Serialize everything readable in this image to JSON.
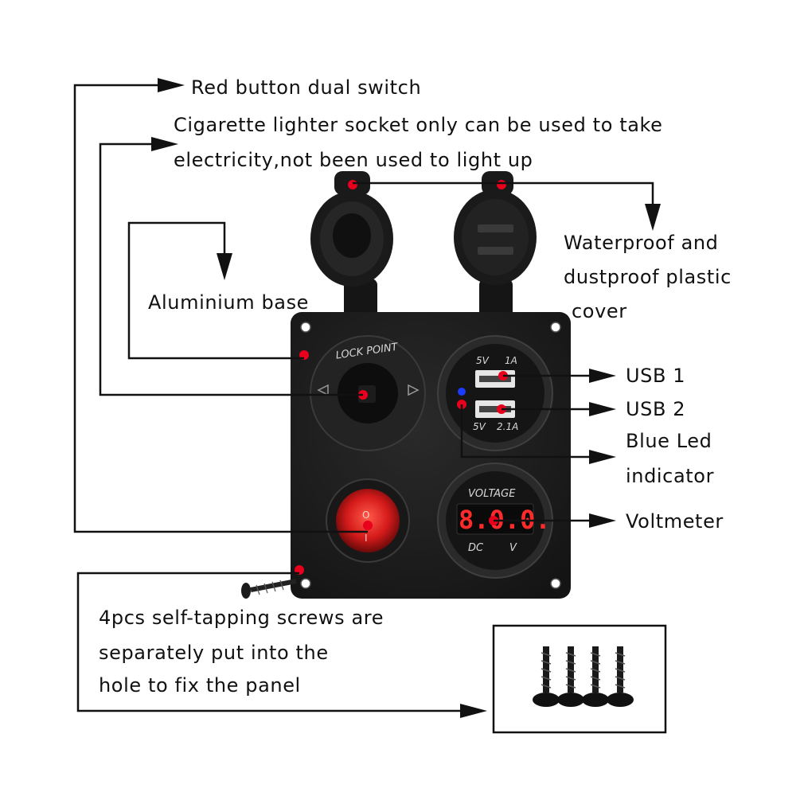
{
  "labels": {
    "red_button": "Red button dual switch",
    "cig_line1": "Cigarette lighter socket only can be used to take",
    "cig_line2": "electricity,not been used to light up",
    "waterproof_line1": "Waterproof and",
    "waterproof_line2": "dustproof plastic",
    "waterproof_line3": "cover",
    "aluminium": "Aluminium base",
    "usb1": "USB 1",
    "usb2": "USB 2",
    "blue_led_line1": "Blue Led",
    "blue_led_line2": "indicator",
    "voltmeter": "Voltmeter",
    "screws_line1": "4pcs self-tapping screws are",
    "screws_line2": "separately put into the",
    "screws_line3": "hole to fix the panel"
  },
  "panel": {
    "lock_text": "LOCK POINT",
    "usb_top_v": "5V",
    "usb_top_a": "1A",
    "usb_bottom_v": "5V",
    "usb_bottom_a": "2.1A",
    "voltage_title": "VOLTAGE",
    "voltage_reading": "8.0.0.",
    "voltage_dc": "DC",
    "voltage_unit": "V",
    "switch_on": "O",
    "switch_off": "I"
  },
  "colors": {
    "panel": "#1c1c1c",
    "marker": "#e8001c",
    "led_blue": "#1a3cff",
    "switch_red": "#d41a1a"
  }
}
